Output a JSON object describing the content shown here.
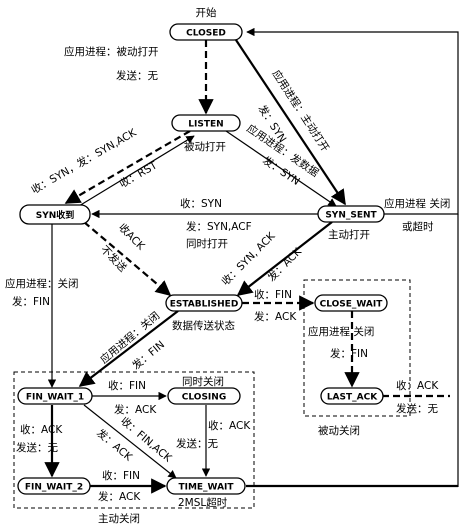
{
  "states": {
    "closed": "CLOSED",
    "listen": "LISTEN",
    "syn_rcvd": "SYN收到",
    "syn_sent": "SYN_SENT",
    "established": "ESTABLISHED",
    "close_wait": "CLOSE_WAIT",
    "last_ack": "LAST_ACK",
    "fin_wait_1": "FIN_WAIT_1",
    "closing": "CLOSING",
    "fin_wait_2": "FIN_WAIT_2",
    "time_wait": "TIME_WAIT"
  },
  "captions": {
    "start": "开始",
    "passive_open": "被动打开",
    "active_open": "主动打开",
    "data_transfer": "数据传送状态",
    "passive_close": "被动关闭",
    "active_close": "主动关闭",
    "simultaneous_close": "同时关闭",
    "simultaneous_open": "同时打开",
    "msl_timeout": "2MSL超时"
  },
  "transitions": {
    "closed_listen_1": "应用进程：被动打开",
    "closed_listen_2": "发送：无",
    "closed_synsent_1": "应用进程：主动打开",
    "closed_synsent_2": "发：SYN",
    "listen_synrcvd_1": "收：SYN，发：SYN,ACK",
    "synrcvd_listen": "收：RST",
    "listen_synsent_1": "应用进程：发数据",
    "listen_synsent_2": "发：SYN",
    "synsent_synrcvd_1": "收：SYN",
    "synsent_synrcvd_2": "发：SYN,ACF",
    "synsent_closed_1": "应用进程 关闭",
    "synsent_closed_2": "或超时",
    "synrcvd_est_1": "收ACK",
    "synrcvd_est_2": "不发送",
    "synsent_est_1": "收：SYN, ACK",
    "synsent_est_2": "发：ACK",
    "synrcvd_fw1_1": "应用进程：关闭",
    "synrcvd_fw1_2": "发：FIN",
    "est_cw_1": "收：FIN",
    "est_cw_2": "发：ACK",
    "cw_la_1": "应用进程 关闭",
    "cw_la_2": "发：FIN",
    "la_closed_1": "收：ACK",
    "la_closed_2": "发送：无",
    "est_fw1_1": "应用进程：关闭",
    "est_fw1_2": "发：FIN",
    "fw1_closing_1": "收：FIN",
    "fw1_closing_2": "发：ACK",
    "closing_tw_1": "收：ACK",
    "closing_tw_2": "发送：无",
    "fw1_tw_1": "收：FIN,ACK",
    "fw1_tw_2": "发：ACK",
    "fw1_fw2_1": "收：ACK",
    "fw1_fw2_2": "发送：无",
    "fw2_tw_1": "收：FIN",
    "fw2_tw_2": "发：ACK"
  }
}
